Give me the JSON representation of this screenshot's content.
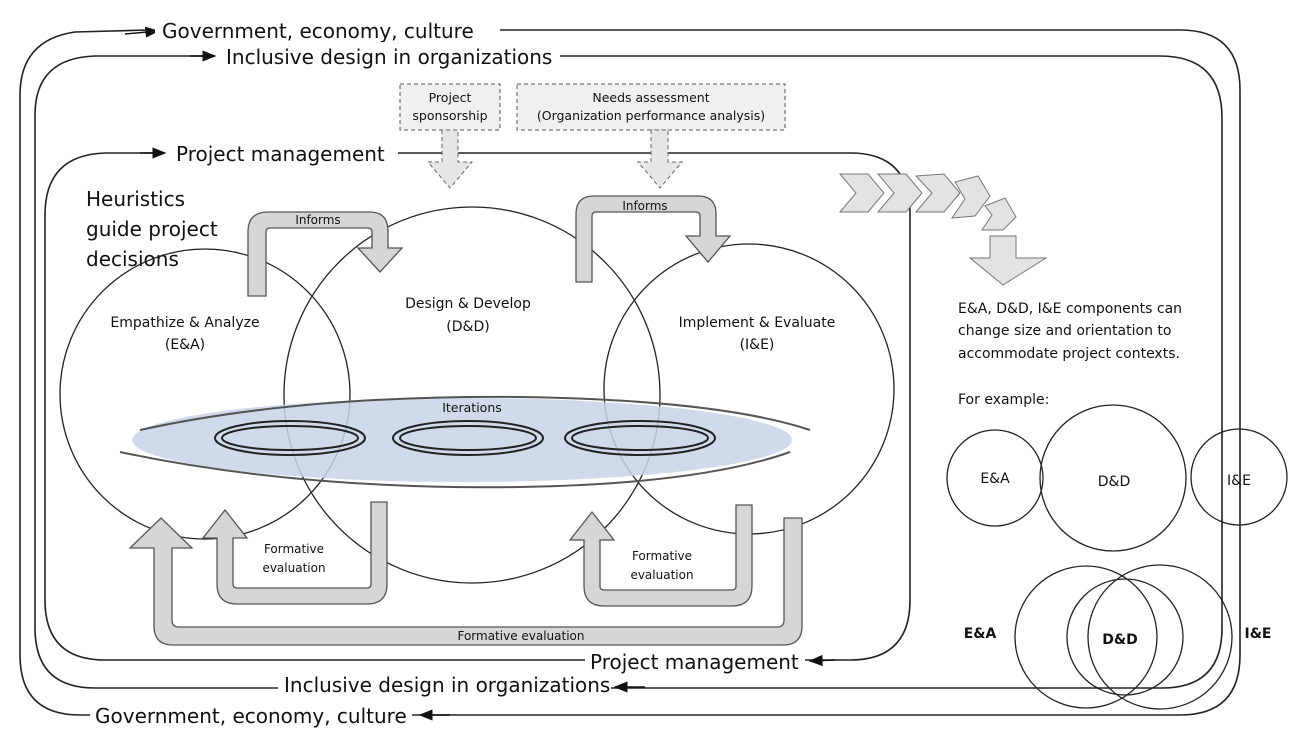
{
  "context_layers": {
    "outer": "Government, economy, culture",
    "middle": "Inclusive design in organizations",
    "inner": "Project management"
  },
  "heuristics": [
    "Heuristics",
    "guide project",
    "decisions"
  ],
  "inputs": {
    "sponsorship": [
      "Project",
      "sponsorship"
    ],
    "needs": [
      "Needs assessment",
      "(Organization performance analysis)"
    ]
  },
  "phases": {
    "ea": [
      "Empathize & Analyze",
      "(E&A)"
    ],
    "dd": [
      "Design & Develop",
      "(D&D)"
    ],
    "ie": [
      "Implement & Evaluate",
      "(I&E)"
    ]
  },
  "arrows": {
    "informs": "Informs",
    "iterations": "Iterations",
    "formative": [
      "Formative",
      "evaluation"
    ],
    "formative_long": "Formative evaluation"
  },
  "side_note": {
    "lines": [
      "E&A, D&D, I&E components can",
      "change size and orientation to",
      "accommodate project contexts."
    ],
    "example": "For example:",
    "ex1": [
      "E&A",
      "D&D",
      "I&E"
    ],
    "ex2": [
      "E&A",
      "D&D",
      "I&E"
    ]
  },
  "colors": {
    "arrow_fill": "#d6d6d6",
    "arrow_stroke": "#555555",
    "iteration_fill": "#c9d3e8",
    "line": "#222222"
  }
}
